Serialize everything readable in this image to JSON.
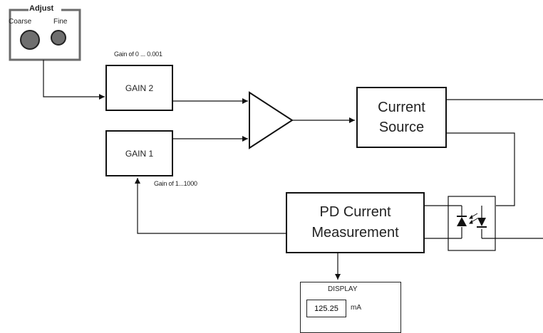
{
  "adjust": {
    "title": "Adjust",
    "coarse_label": "Coarse",
    "fine_label": "Fine"
  },
  "gain2": {
    "label": "GAIN 2",
    "range_note": "Gain of 0 ... 0.001"
  },
  "gain1": {
    "label": "GAIN 1",
    "range_note": "Gain of 1...1000"
  },
  "current_source": {
    "line1": "Current",
    "line2": "Source"
  },
  "pd_measurement": {
    "line1": "PD Current",
    "line2": "Measurement"
  },
  "display": {
    "title": "DISPLAY",
    "value": "125.25",
    "unit": "mA"
  }
}
